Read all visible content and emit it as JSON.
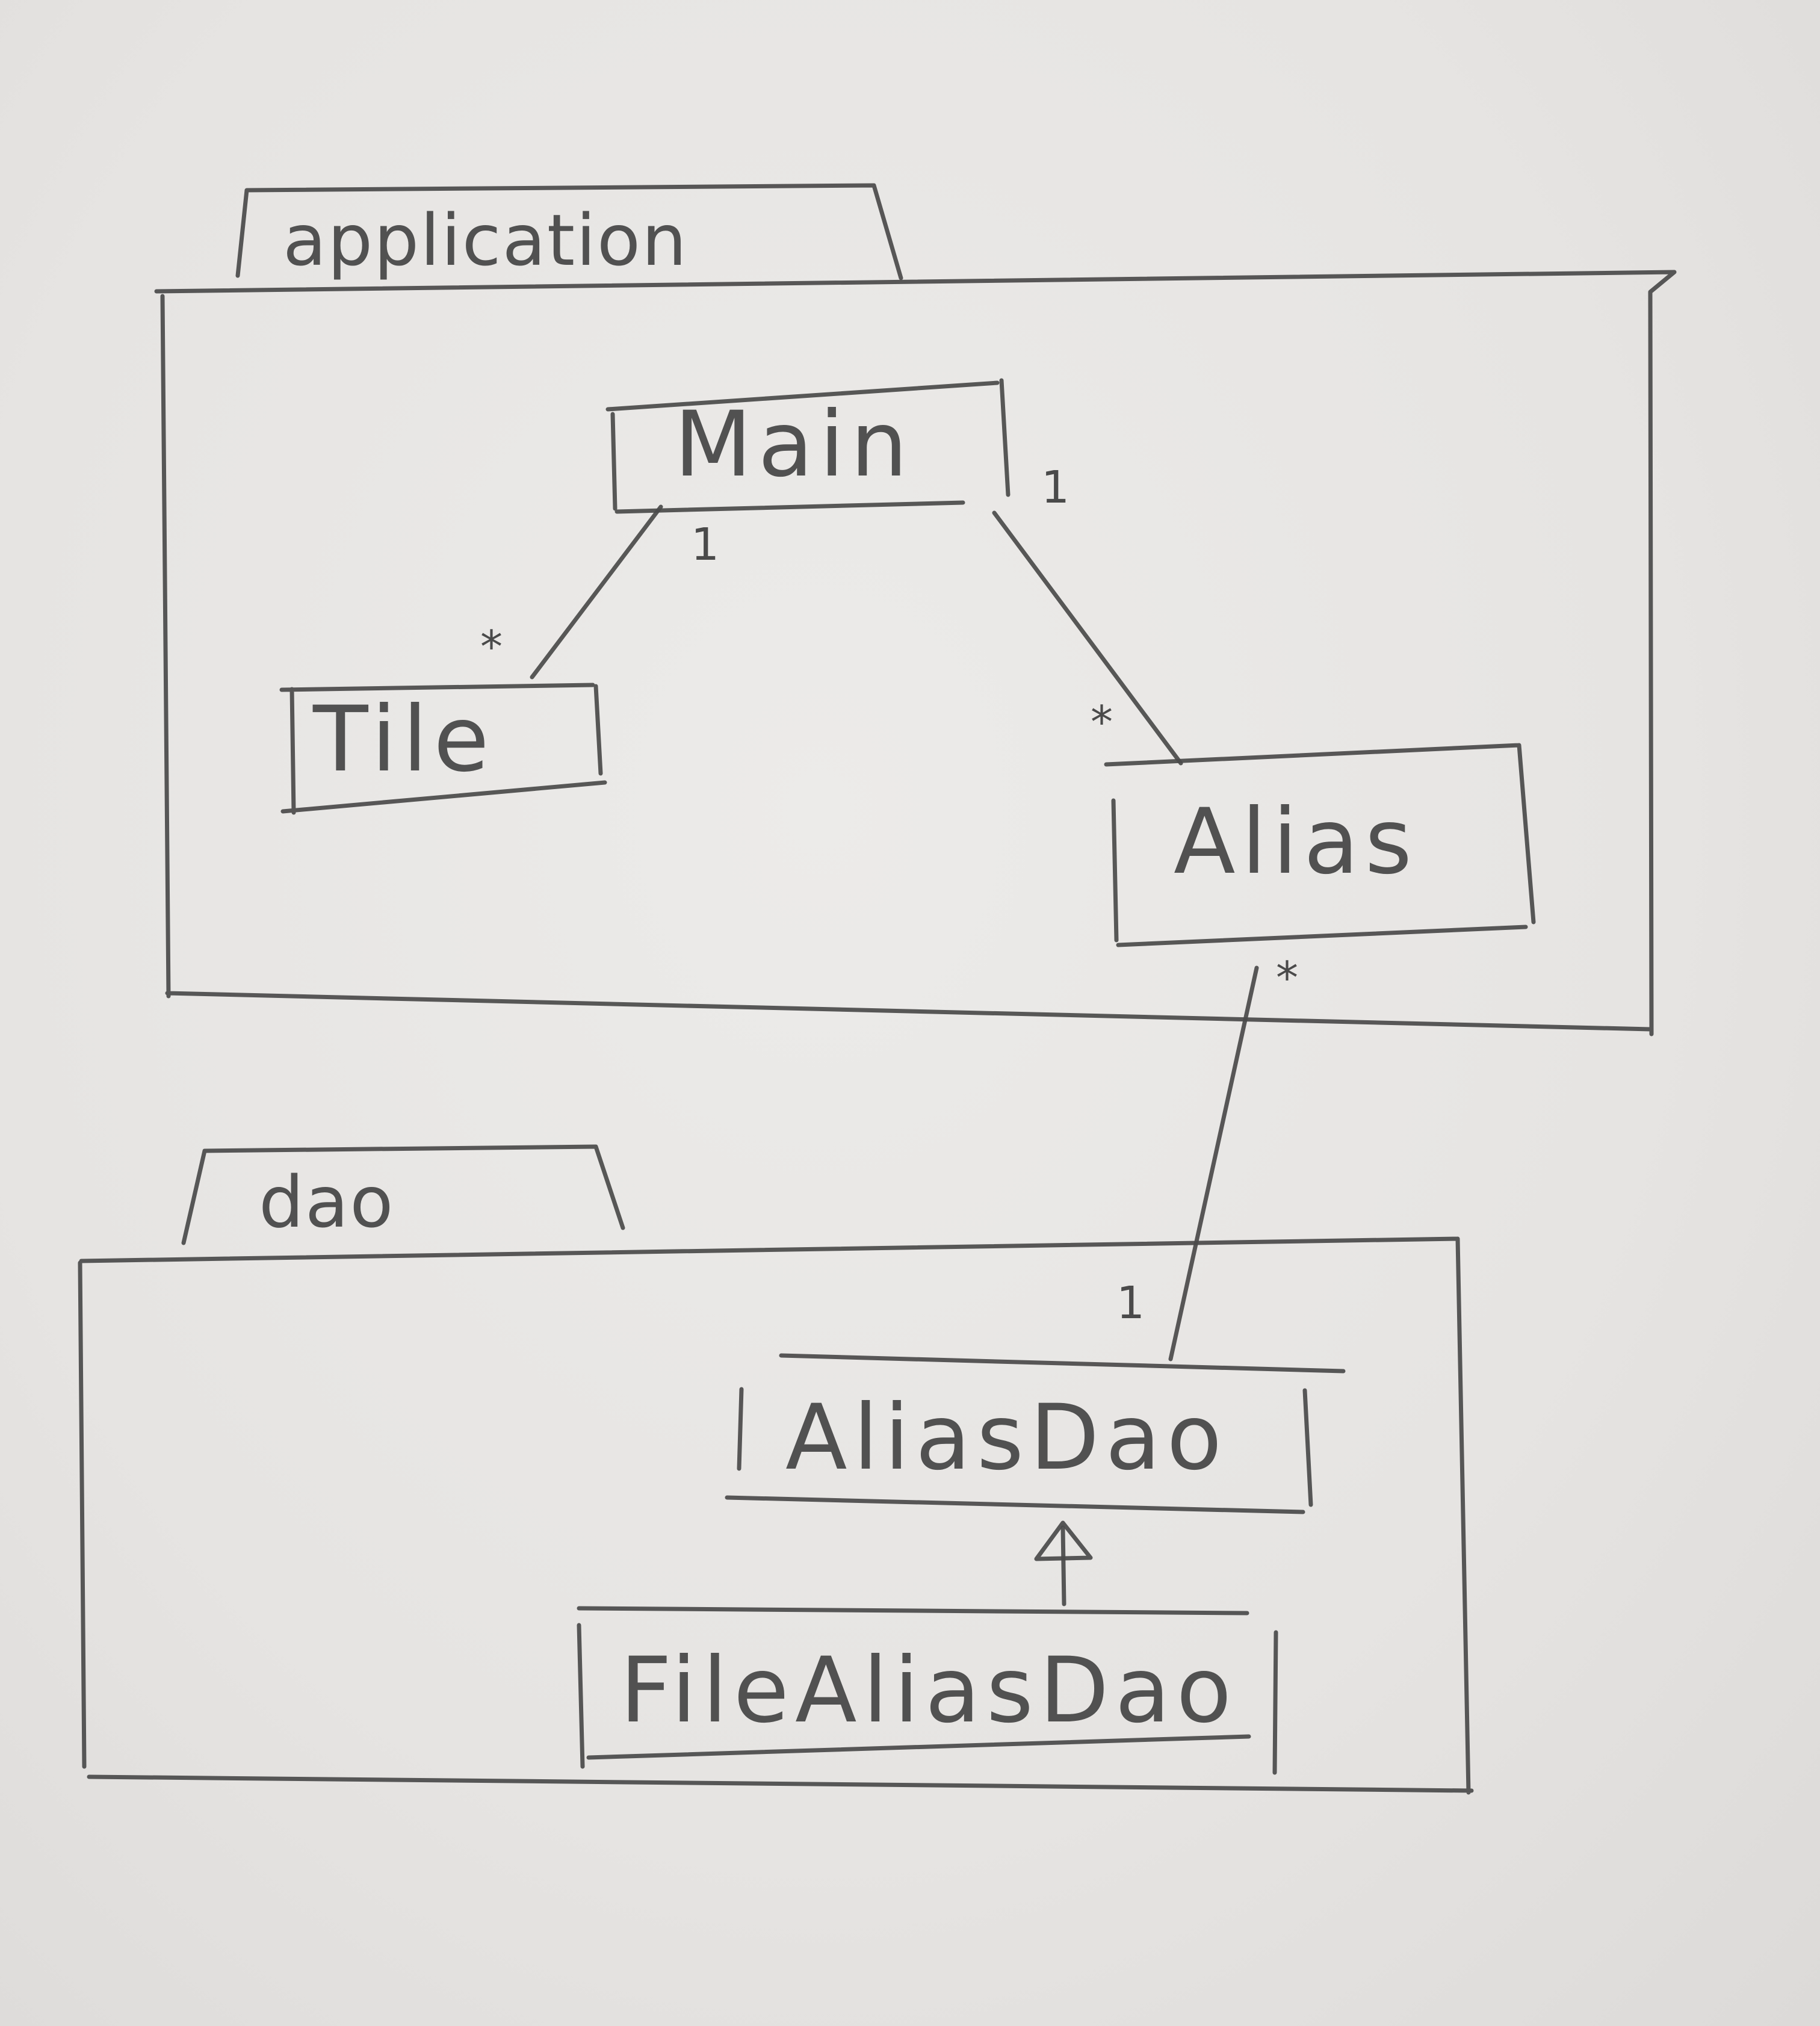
{
  "packages": [
    {
      "id": "application",
      "label": "application"
    },
    {
      "id": "dao",
      "label": "dao"
    }
  ],
  "classes": [
    {
      "id": "main",
      "label": "Main"
    },
    {
      "id": "tile",
      "label": "Tile"
    },
    {
      "id": "alias",
      "label": "Alias"
    },
    {
      "id": "alias_dao",
      "label": "AliasDao"
    },
    {
      "id": "file_alias_dao",
      "label": "FileAliasDao"
    }
  ],
  "associations": [
    {
      "from": "Main",
      "to": "Tile",
      "from_multiplicity": "1",
      "to_multiplicity": "*"
    },
    {
      "from": "Main",
      "to": "Alias",
      "from_multiplicity": "1",
      "to_multiplicity": "*"
    },
    {
      "from": "Alias",
      "to": "AliasDao",
      "from_multiplicity": "*",
      "to_multiplicity": "1"
    }
  ],
  "generalizations": [
    {
      "child": "FileAliasDao",
      "parent": "AliasDao"
    }
  ],
  "multiplicity_labels": {
    "main_tile_main_end": "1",
    "main_tile_tile_end": "*",
    "main_alias_main_end": "1",
    "main_alias_alias_end": "*",
    "alias_dao_alias_end": "*",
    "alias_dao_dao_end": "1"
  },
  "colors": {
    "paper": "#e8e6e4",
    "pencil": "#4a4a4a"
  }
}
